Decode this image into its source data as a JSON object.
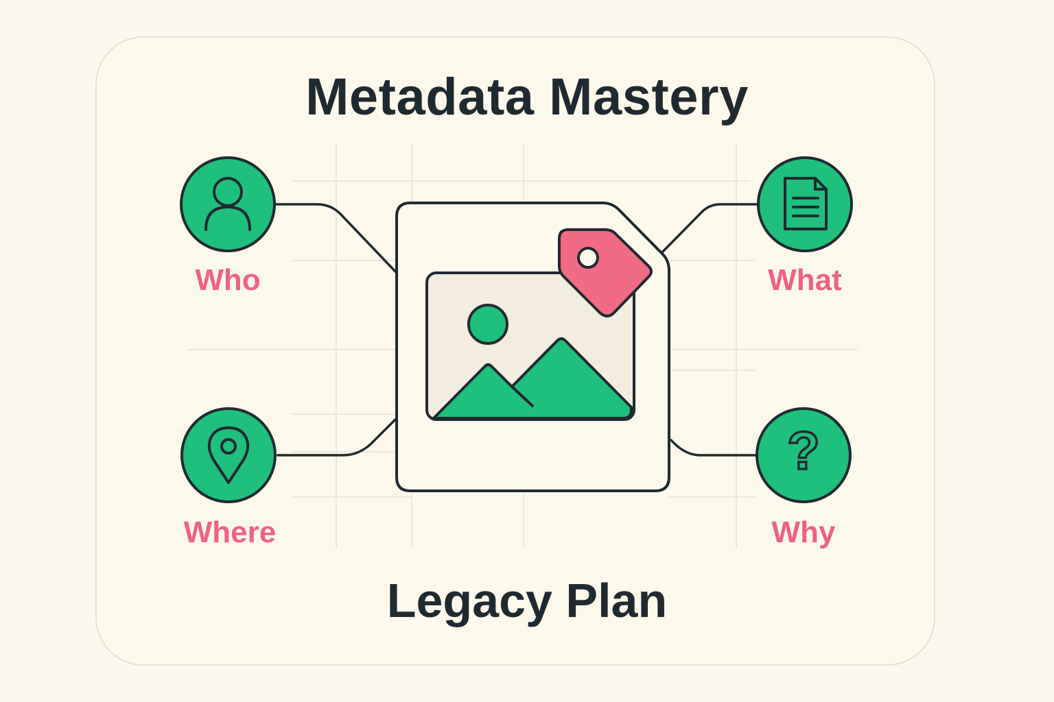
{
  "title": "Metadata Mastery",
  "subtitle": "Legacy Plan",
  "colors": {
    "background": "#fcf7ec",
    "green": "#1fbf7e",
    "pink": "#f26b85",
    "outline": "#1f2a30",
    "label": "#ee6282",
    "photo_bg": "#f3ece0",
    "grid": "#ece7dc"
  },
  "center": {
    "icon": "image-with-tag-icon"
  },
  "nodes": [
    {
      "id": "who",
      "label": "Who",
      "icon": "user-icon"
    },
    {
      "id": "what",
      "label": "What",
      "icon": "document-icon"
    },
    {
      "id": "where",
      "label": "Where",
      "icon": "location-pin-icon"
    },
    {
      "id": "why",
      "label": "Why",
      "icon": "question-mark-icon"
    }
  ]
}
